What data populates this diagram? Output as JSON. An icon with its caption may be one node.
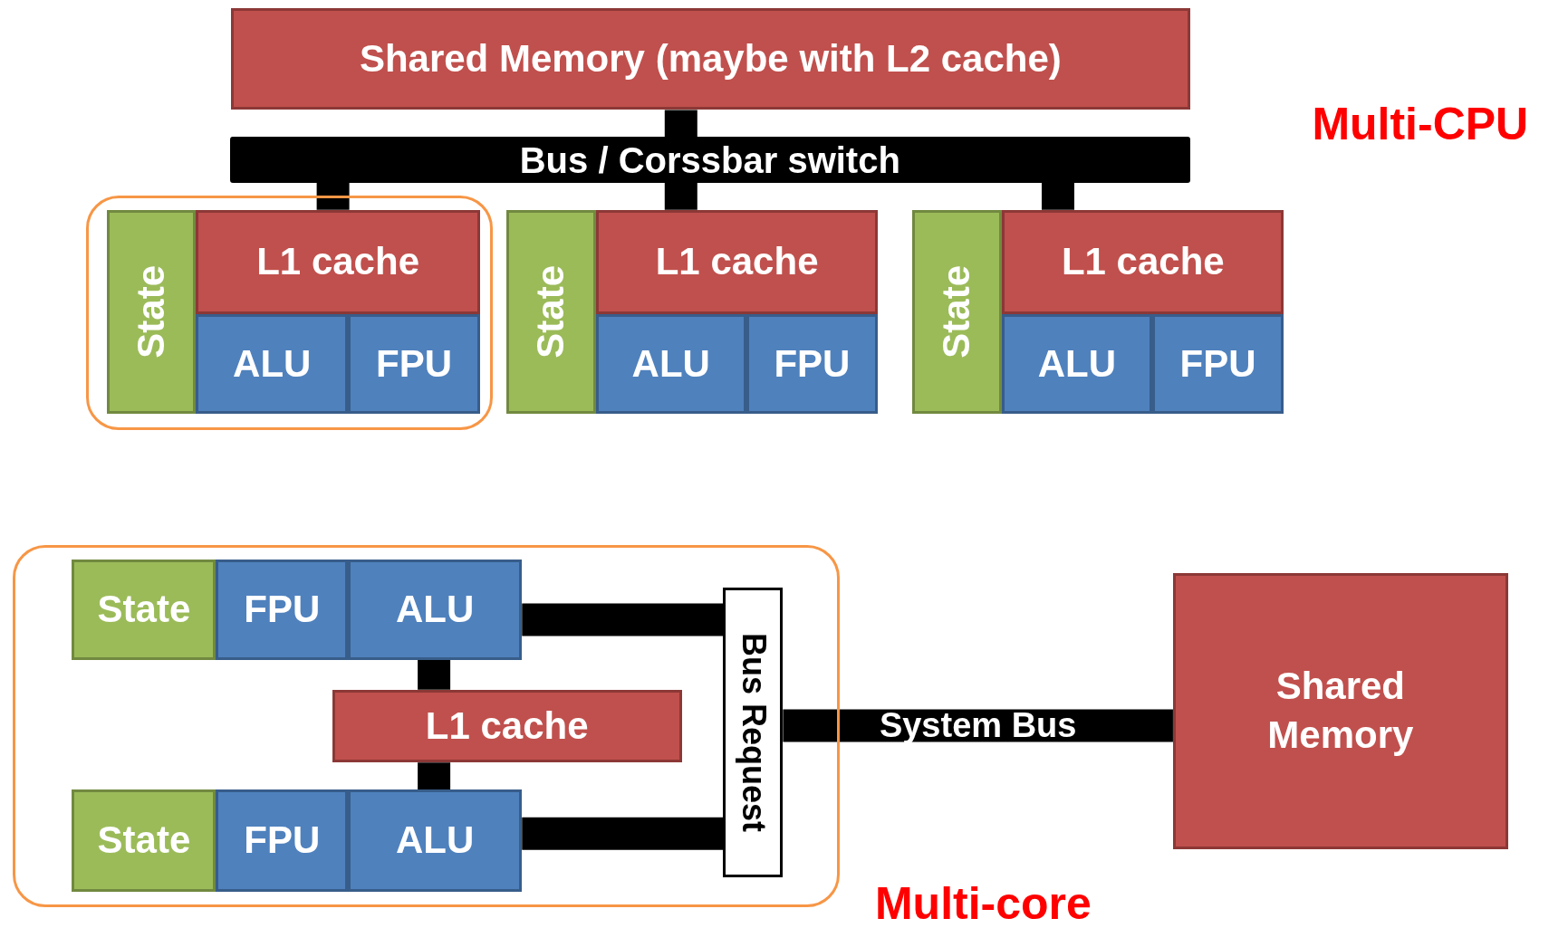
{
  "diagram": {
    "nodes": [
      {
        "text": [
          "Shared Memory (maybe with L2 cache)"
        ]
      },
      {
        "text": [
          "Bus / Corssbar switch"
        ]
      },
      {
        "text": [],
        "shape": "box"
      },
      {
        "text": [
          "State"
        ],
        "in": 2
      },
      {
        "text": [
          "L1 cache"
        ],
        "in": 2
      },
      {
        "text": [
          "ALU"
        ],
        "in": 2
      },
      {
        "text": [
          "FPU"
        ],
        "in": 2
      },
      {
        "text": [
          "State"
        ]
      },
      {
        "text": [
          "L1 cache"
        ]
      },
      {
        "text": [
          "ALU"
        ]
      },
      {
        "text": [
          "FPU"
        ]
      },
      {
        "text": [
          "State"
        ]
      },
      {
        "text": [
          "L1 cache"
        ]
      },
      {
        "text": [
          "ALU"
        ]
      },
      {
        "text": [
          "FPU"
        ]
      },
      {
        "text": [],
        "shape": "box"
      },
      {
        "text": [
          "State"
        ],
        "in": 15
      },
      {
        "text": [
          "FPU"
        ],
        "in": 15
      },
      {
        "text": [
          "ALU"
        ],
        "in": 15
      },
      {
        "text": [
          "L1 cache"
        ],
        "in": 15
      },
      {
        "text": [
          "State"
        ],
        "in": 15
      },
      {
        "text": [
          "FPU"
        ],
        "in": 15
      },
      {
        "text": [
          "ALU"
        ],
        "in": 15
      },
      {
        "text": [
          "Bus Request"
        ],
        "in": 15
      },
      {
        "text": [
          "Shared Memory"
        ]
      }
    ],
    "edges": [
      {
        "from": 0,
        "to": 1,
        "arrow": "none"
      },
      {
        "from": 1,
        "to": 4,
        "arrow": "none"
      },
      {
        "from": 1,
        "to": 8,
        "arrow": "none"
      },
      {
        "from": 1,
        "to": 12,
        "arrow": "none"
      },
      {
        "from": 18,
        "to": 23,
        "arrow": "none"
      },
      {
        "from": 18,
        "to": 19,
        "arrow": "none"
      },
      {
        "from": 19,
        "to": 22,
        "arrow": "none"
      },
      {
        "from": 22,
        "to": 23,
        "arrow": "none"
      },
      {
        "from": 23,
        "to": 24,
        "arrow": "none",
        "label": "System Bus"
      }
    ],
    "labels": [
      "Multi-CPU",
      "Multi-core"
    ]
  }
}
